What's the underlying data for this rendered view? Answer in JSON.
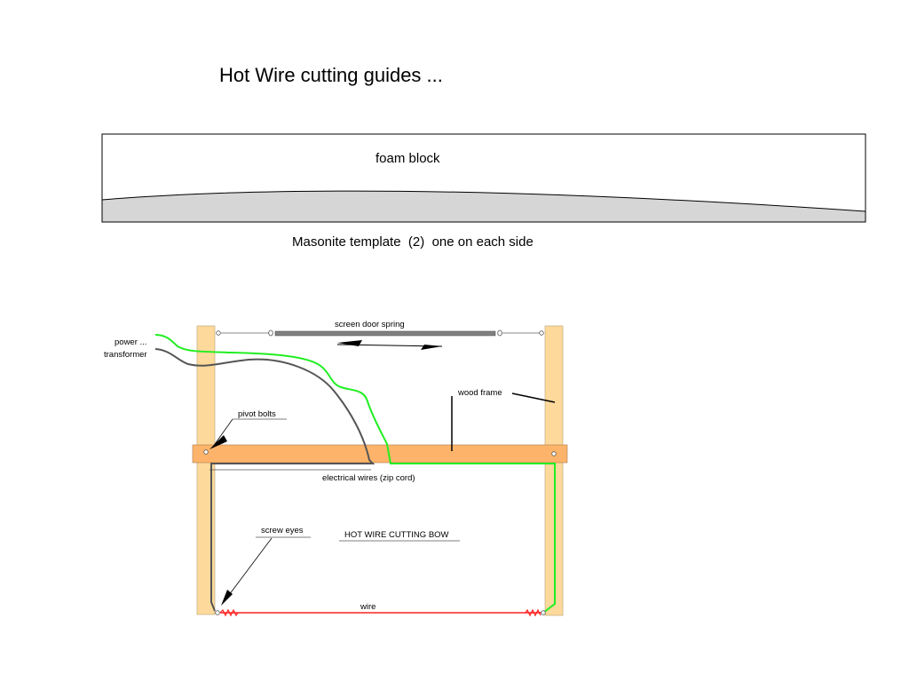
{
  "title": "Hot Wire cutting guides ...",
  "top_diagram": {
    "foam_label": "foam block",
    "template_label": "Masonite template  (2)  one on each side",
    "colors": {
      "foam_fill": "#ffffff",
      "template_fill": "#d6d6d6",
      "outline": "#000000"
    }
  },
  "bow_diagram": {
    "spring_label": "screen door spring",
    "power_label_line1": "power ...",
    "power_label_line2": "transformer",
    "wood_frame_label": "wood frame",
    "pivot_label": "pivot bolts",
    "wires_label": "electrical wires (zip cord)",
    "screw_eyes_label": "screw eyes",
    "bow_label": "HOT WIRE CUTTING BOW",
    "wire_label": "wire",
    "colors": {
      "upright_wood": "#fdd99b",
      "crossbar_wood": "#fdb46a",
      "spring": "#808080",
      "green_wire": "#22ee22",
      "gray_wire": "#555555",
      "hot_wire": "#ff2020"
    }
  }
}
